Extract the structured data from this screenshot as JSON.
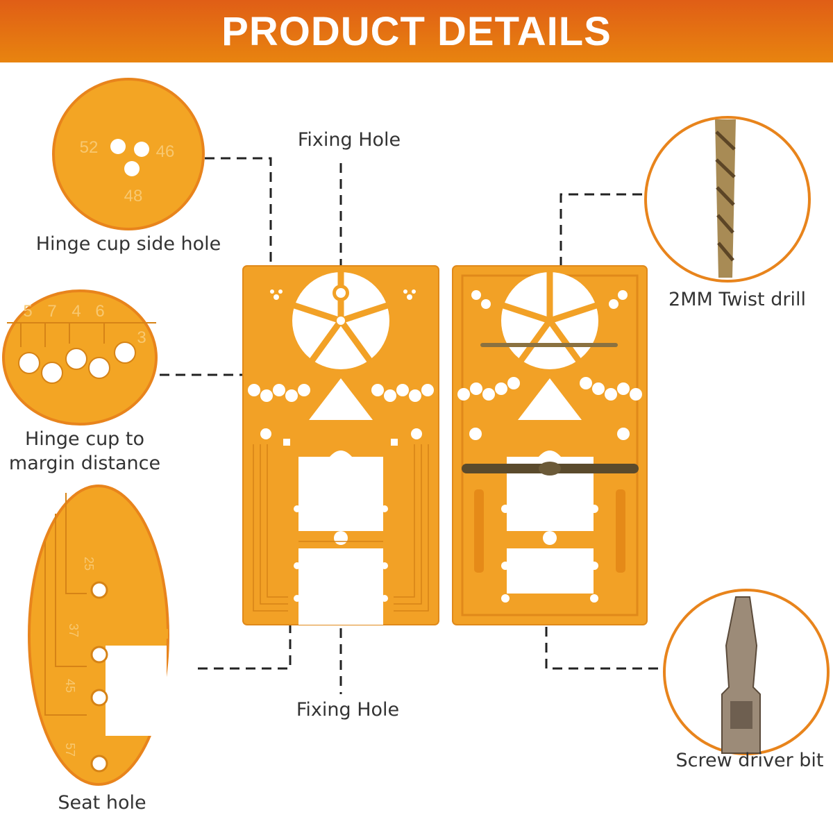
{
  "header": {
    "title": "PRODUCT DETAILS"
  },
  "colors": {
    "header_start": "#e05e16",
    "header_end": "#e8840f",
    "plate": "#f2a126",
    "plate_edge": "#e0891a",
    "ring": "#e8841c"
  },
  "labels": {
    "fixing_hole_top": "Fixing Hole",
    "fixing_hole_bottom": "Fixing Hole",
    "hinge_cup_side_hole": "Hinge cup side hole",
    "hinge_cup_margin_1": "Hinge cup to",
    "hinge_cup_margin_2": "margin distance",
    "seat_hole": "Seat hole",
    "twist_drill": "2MM Twist drill",
    "screw_driver_bit": "Screw driver bit"
  },
  "detail_side_hole": {
    "numbers": [
      "52",
      "46",
      "48"
    ]
  },
  "detail_margin": {
    "numbers": [
      "5",
      "7",
      "4",
      "6",
      "3"
    ]
  },
  "detail_seat": {
    "numbers": [
      "25",
      "37",
      "45",
      "57"
    ]
  }
}
